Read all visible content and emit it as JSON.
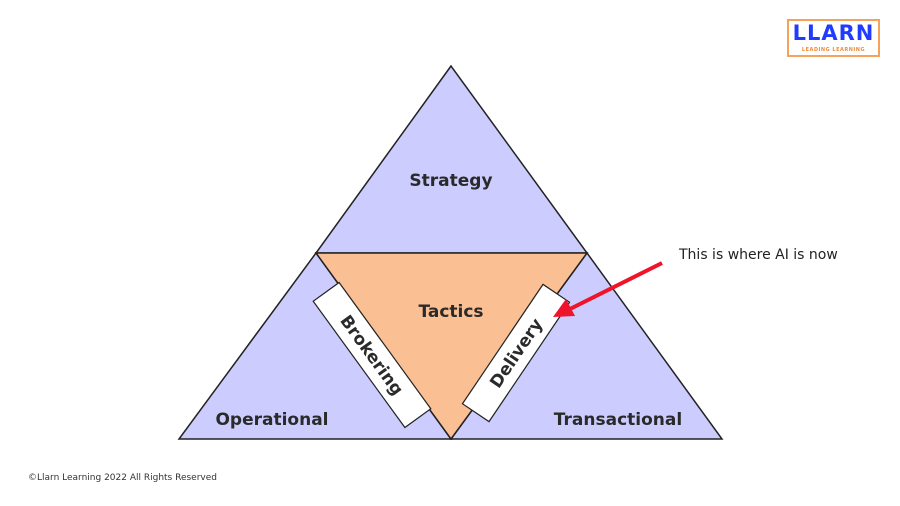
{
  "logo": {
    "name": "LLARN",
    "tagline": "LEADING LEARNING"
  },
  "diagram": {
    "top": "Strategy",
    "center": "Tactics",
    "left": "Operational",
    "right": "Transactional",
    "left_edge": "Brokering",
    "right_edge": "Delivery"
  },
  "annotation": "This is where AI is now",
  "footer": "©Llarn Learning 2022 All Rights Reserved",
  "colors": {
    "lavender": "#ccccff",
    "orange": "#fbbf94",
    "arrow": "#f0142a"
  }
}
